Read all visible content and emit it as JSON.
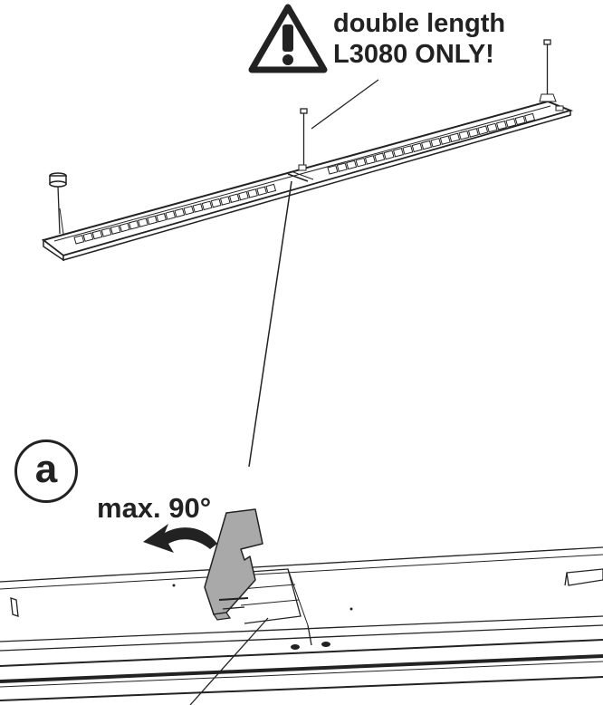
{
  "warning": {
    "line1": "double length",
    "line2": "L3080 ONLY!",
    "icon": "exclamation-triangle-icon"
  },
  "step": {
    "badge": "a",
    "angle_label": "max. 90°"
  },
  "icons": {
    "rotate_arrow": "curved-arrow-left-icon",
    "ceiling_canopy": "ceiling-canopy-icon"
  },
  "colors": {
    "line": "#222222",
    "bracket_fill": "#a9a9a9",
    "background": "#ffffff"
  }
}
